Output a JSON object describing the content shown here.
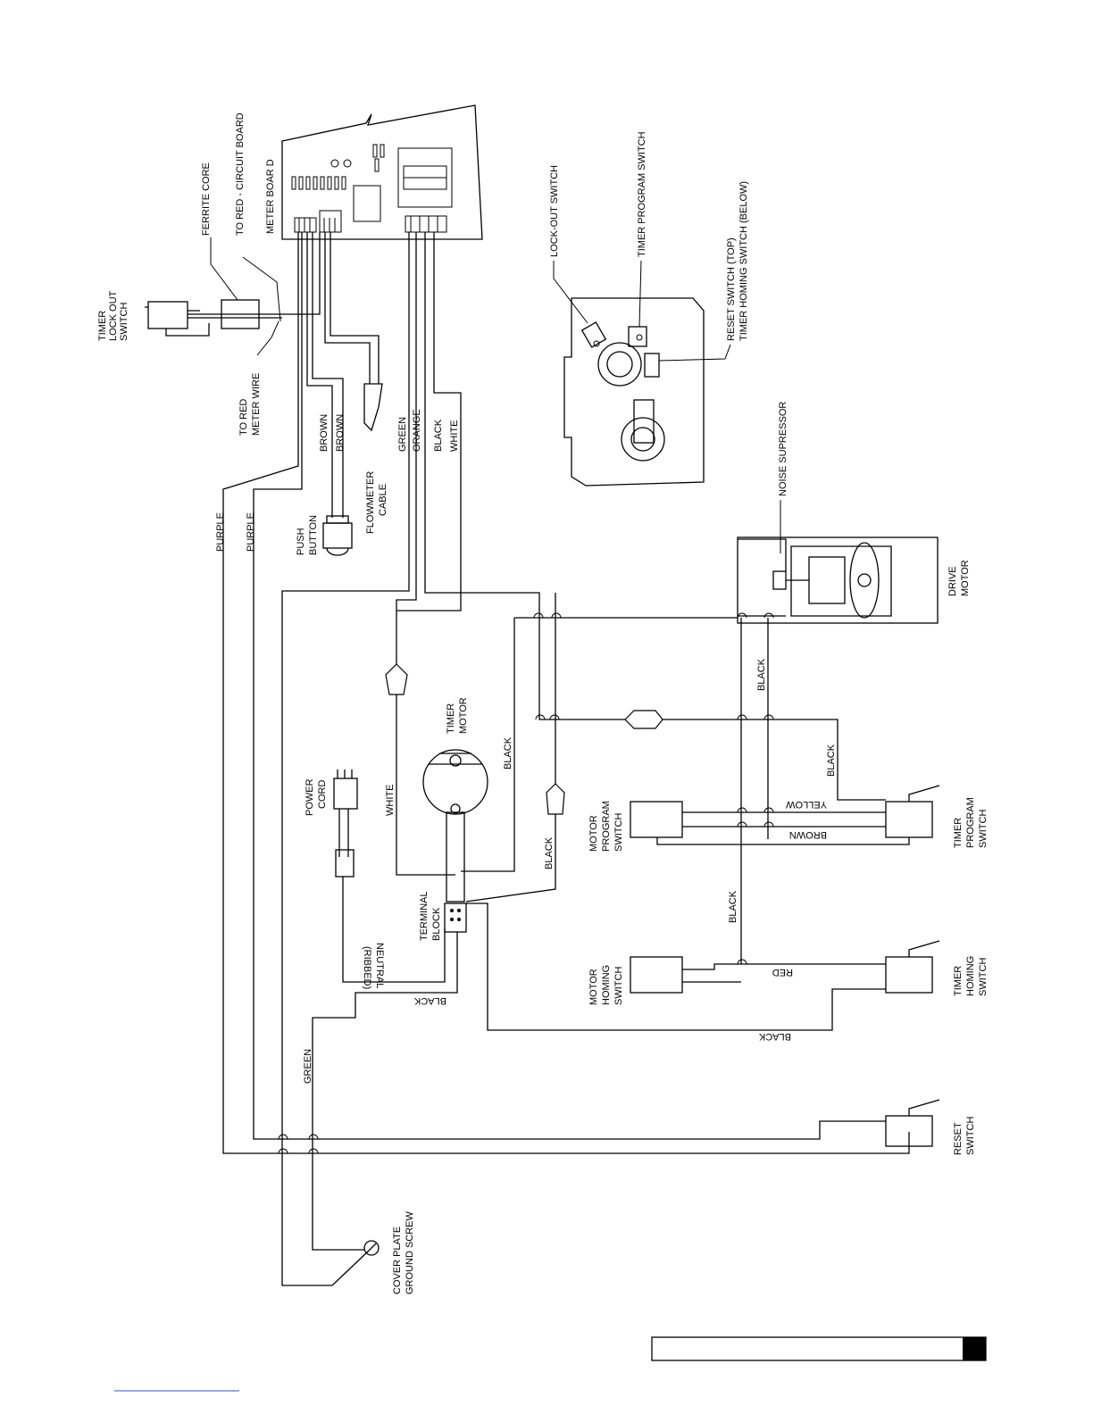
{
  "labels": {
    "ferrite_core": "FERRITE CORE",
    "to_red_circuit_board": "TO RED - CIRCUIT BOARD",
    "meter_board": "METER BOAR D",
    "timer_lockout_switch": [
      "TIMER",
      "LOCK OUT",
      "SWITCH"
    ],
    "to_red_meter_wire": [
      "TO RED",
      "METER WIRE"
    ],
    "brown_1": "BROWN",
    "brown_2": "BROWN",
    "green_top": "GREEN",
    "orange": "ORANGE",
    "black_top": "BLACK",
    "white_top": "WHITE",
    "flowmeter_cable": [
      "FLOWMETER",
      "CABLE"
    ],
    "push_button": [
      "PUSH",
      "BUTTON"
    ],
    "purple_1": "PURPLE",
    "purple_2": "PURPLE",
    "lockout_switch": "LOCK-OUT SWITCH",
    "timer_program_switch_top": "TIMER PROGRAM SWITCH",
    "reset_timer_homing": [
      "RESET SWITCH (TOP)",
      "TIMER HOMING SWITCH (BELOW)"
    ],
    "noise_supressor": "NOISE SUPRESSOR",
    "drive_motor": [
      "DRIVE",
      "MOTOR"
    ],
    "black_drive": "BLACK",
    "timer_motor": [
      "TIMER",
      "MOTOR"
    ],
    "black_timer_motor": "BLACK",
    "white_mid": "WHITE",
    "power_cord": [
      "POWER",
      "CORD"
    ],
    "black_connector": "BLACK",
    "terminal_block": [
      "TERMINAL",
      "BLOCK"
    ],
    "neutral_ribbed": [
      "NEUTRAL",
      "(RIBBED)"
    ],
    "black_bottom_1": "BLACK",
    "motor_program_switch": [
      "MOTOR",
      "PROGRAM",
      "SWITCH"
    ],
    "yellow": "YELLOW",
    "brown_switch": "BROWN",
    "black_right": "BLACK",
    "timer_program_switch": [
      "TIMER",
      "PROGRAM",
      "SWITCH"
    ],
    "black_vertical": "BLACK",
    "motor_homing_switch": [
      "MOTOR",
      "HOMING",
      "SWITCH"
    ],
    "red": "RED",
    "timer_homing_switch": [
      "TIMER",
      "HOMING",
      "SWITCH"
    ],
    "black_bottom_2": "BLACK",
    "green_bottom": "GREEN",
    "reset_switch": [
      "RESET",
      "SWITCH"
    ],
    "cover_plate": [
      "COVER PLATE",
      "GROUND SCREW"
    ]
  }
}
